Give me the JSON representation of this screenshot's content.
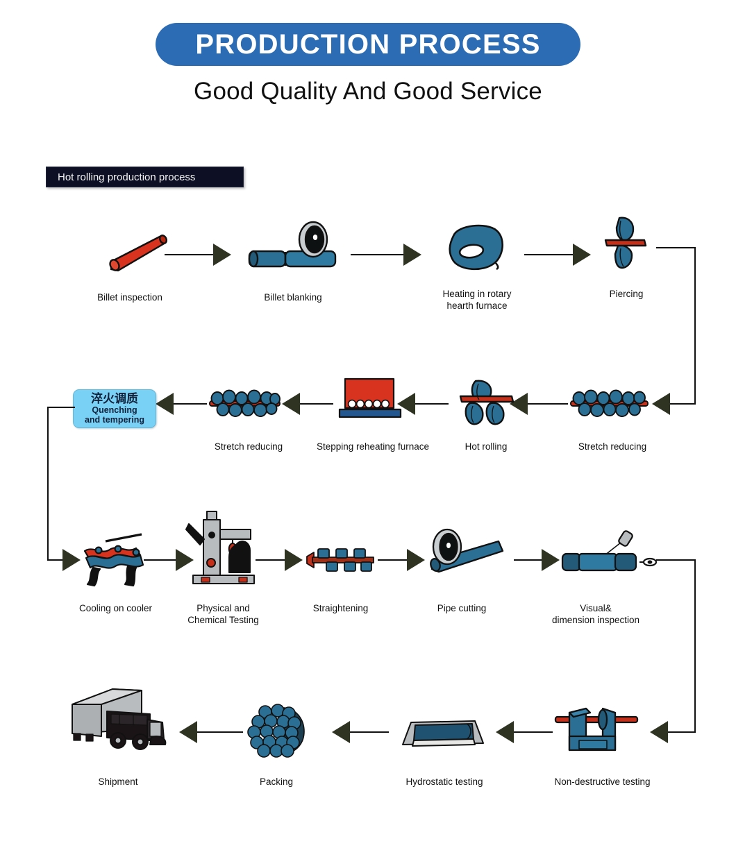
{
  "header": {
    "banner_title": "PRODUCTION PROCESS",
    "subtitle": "Good Quality And Good Service",
    "banner_color": "#2b6cb5"
  },
  "section": {
    "tag_label": "Hot rolling production process",
    "tag_bg": "#0d1024"
  },
  "palette": {
    "steel_blue": "#2b6f94",
    "hot_red": "#d8331f",
    "arrow_dark": "#2f3322",
    "gray_metal": "#b9bcbe",
    "quench_bg": "#79d2f5"
  },
  "rows": [
    {
      "direction": "left-to-right",
      "steps": [
        {
          "label": "Billet inspection",
          "icon": "billet-rod-icon"
        },
        {
          "label": "Billet blanking",
          "icon": "pipe-cutting-wheel-icon"
        },
        {
          "label": "Heating in rotary\nhearth furnace",
          "label_line1": "Heating in rotary",
          "label_line2": "hearth furnace",
          "icon": "rotary-hearth-furnace-icon"
        },
        {
          "label": "Piercing",
          "icon": "piercing-rolls-icon"
        }
      ]
    },
    {
      "direction": "right-to-left",
      "steps": [
        {
          "label": "Quenching and tempering",
          "label_cn": "淬火调质",
          "label_en_line1": "Quenching",
          "label_en_line2": "and tempering",
          "icon": "quench-box"
        },
        {
          "label": "Stretch reducing",
          "icon": "stretch-reducing-icon"
        },
        {
          "label": "Stepping reheating furnace",
          "icon": "stepping-reheating-furnace-icon"
        },
        {
          "label": "Hot rolling",
          "icon": "hot-rolling-icon"
        },
        {
          "label": "Stretch reducing",
          "icon": "stretch-reducing-icon"
        }
      ]
    },
    {
      "direction": "left-to-right",
      "steps": [
        {
          "label": "Cooling on cooler",
          "icon": "cooling-bed-icon"
        },
        {
          "label": "Physical and Chemical Testing",
          "label_line1": "Physical and",
          "label_line2": "Chemical Testing",
          "icon": "testing-machine-icon"
        },
        {
          "label": "Straightening",
          "icon": "straightening-rolls-icon"
        },
        {
          "label": "Pipe cutting",
          "icon": "pipe-cutting-icon"
        },
        {
          "label": "Visual & dimension inspection",
          "label_line1": "Visual&",
          "label_line2": "dimension inspection",
          "icon": "visual-inspection-icon"
        }
      ]
    },
    {
      "direction": "right-to-left",
      "steps": [
        {
          "label": "Shipment",
          "icon": "truck-icon"
        },
        {
          "label": "Packing",
          "icon": "pipe-bundle-icon"
        },
        {
          "label": "Hydrostatic testing",
          "icon": "hydrostatic-test-icon"
        },
        {
          "label": "Non-destructive testing",
          "icon": "ndt-clamp-icon"
        }
      ]
    }
  ]
}
